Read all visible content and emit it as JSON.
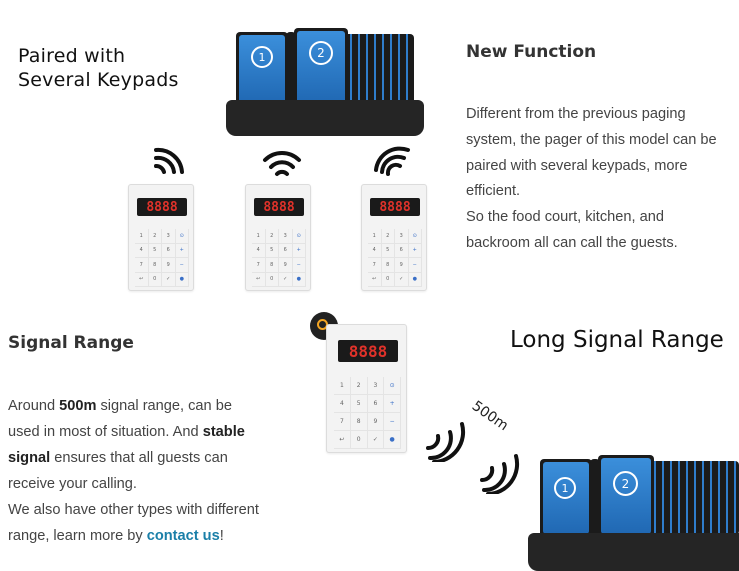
{
  "paired_caption": [
    "Paired with",
    "Several Keypads"
  ],
  "new_function": {
    "title": "New Function",
    "lines": [
      "Different from the previous paging",
      "system, the pager of this model can be",
      "paired with several keypads, more",
      "efficient.",
      "So the food court, kitchen, and",
      "backroom all can call the guests."
    ]
  },
  "signal_range": {
    "title": "Signal Range",
    "l1_pre": "Around ",
    "l1_bold": "500m",
    "l1_post": " signal range, can be",
    "l2_pre": "used in most of situation. And ",
    "l2_bold": "stable",
    "l3_bold": "signal",
    "l3_post": " ensures that all guests can",
    "l4": "receive your calling.",
    "l5": "We also have other types with different",
    "l6_pre": "range, learn more by ",
    "l6_link": "contact us",
    "l6_post": "!"
  },
  "long_signal_title": "Long Signal Range",
  "distance_label": "500m",
  "keypad": {
    "display": "8888",
    "keys": [
      "1",
      "2",
      "3",
      "⊙",
      "4",
      "5",
      "6",
      "+",
      "7",
      "8",
      "9",
      "−",
      "↩",
      "0",
      "✓",
      "●"
    ]
  },
  "pager_numbers": [
    "1",
    "2"
  ],
  "colors": {
    "pager_blue": "#2f7dcc",
    "display_red": "#e0322a",
    "link": "#1a7fa8"
  }
}
